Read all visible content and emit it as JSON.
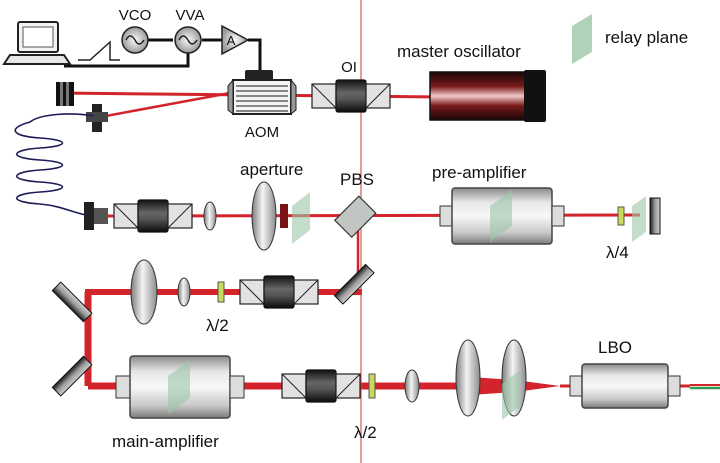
{
  "labels": {
    "vco": "VCO",
    "vva": "VVA",
    "amplifier_symbol": "A",
    "aom": "AOM",
    "oi": "OI",
    "master_oscillator": "master oscillator",
    "relay_plane": "relay plane",
    "aperture": "aperture",
    "pbs": "PBS",
    "pre_amplifier": "pre-amplifier",
    "quarter_wave": "λ/4",
    "half_wave_upper": "λ/2",
    "half_wave_lower": "λ/2",
    "main_amplifier": "main-amplifier",
    "lbo": "LBO"
  },
  "colors": {
    "beam": "#d3242b",
    "beam_dark": "#b81c22",
    "relay_plane": "#9cc7a8",
    "green_output": "#2e9b4e",
    "waveplate": "#c9d95a",
    "fiber": "#1d1d5a",
    "thin_line": "#c73a3a"
  }
}
